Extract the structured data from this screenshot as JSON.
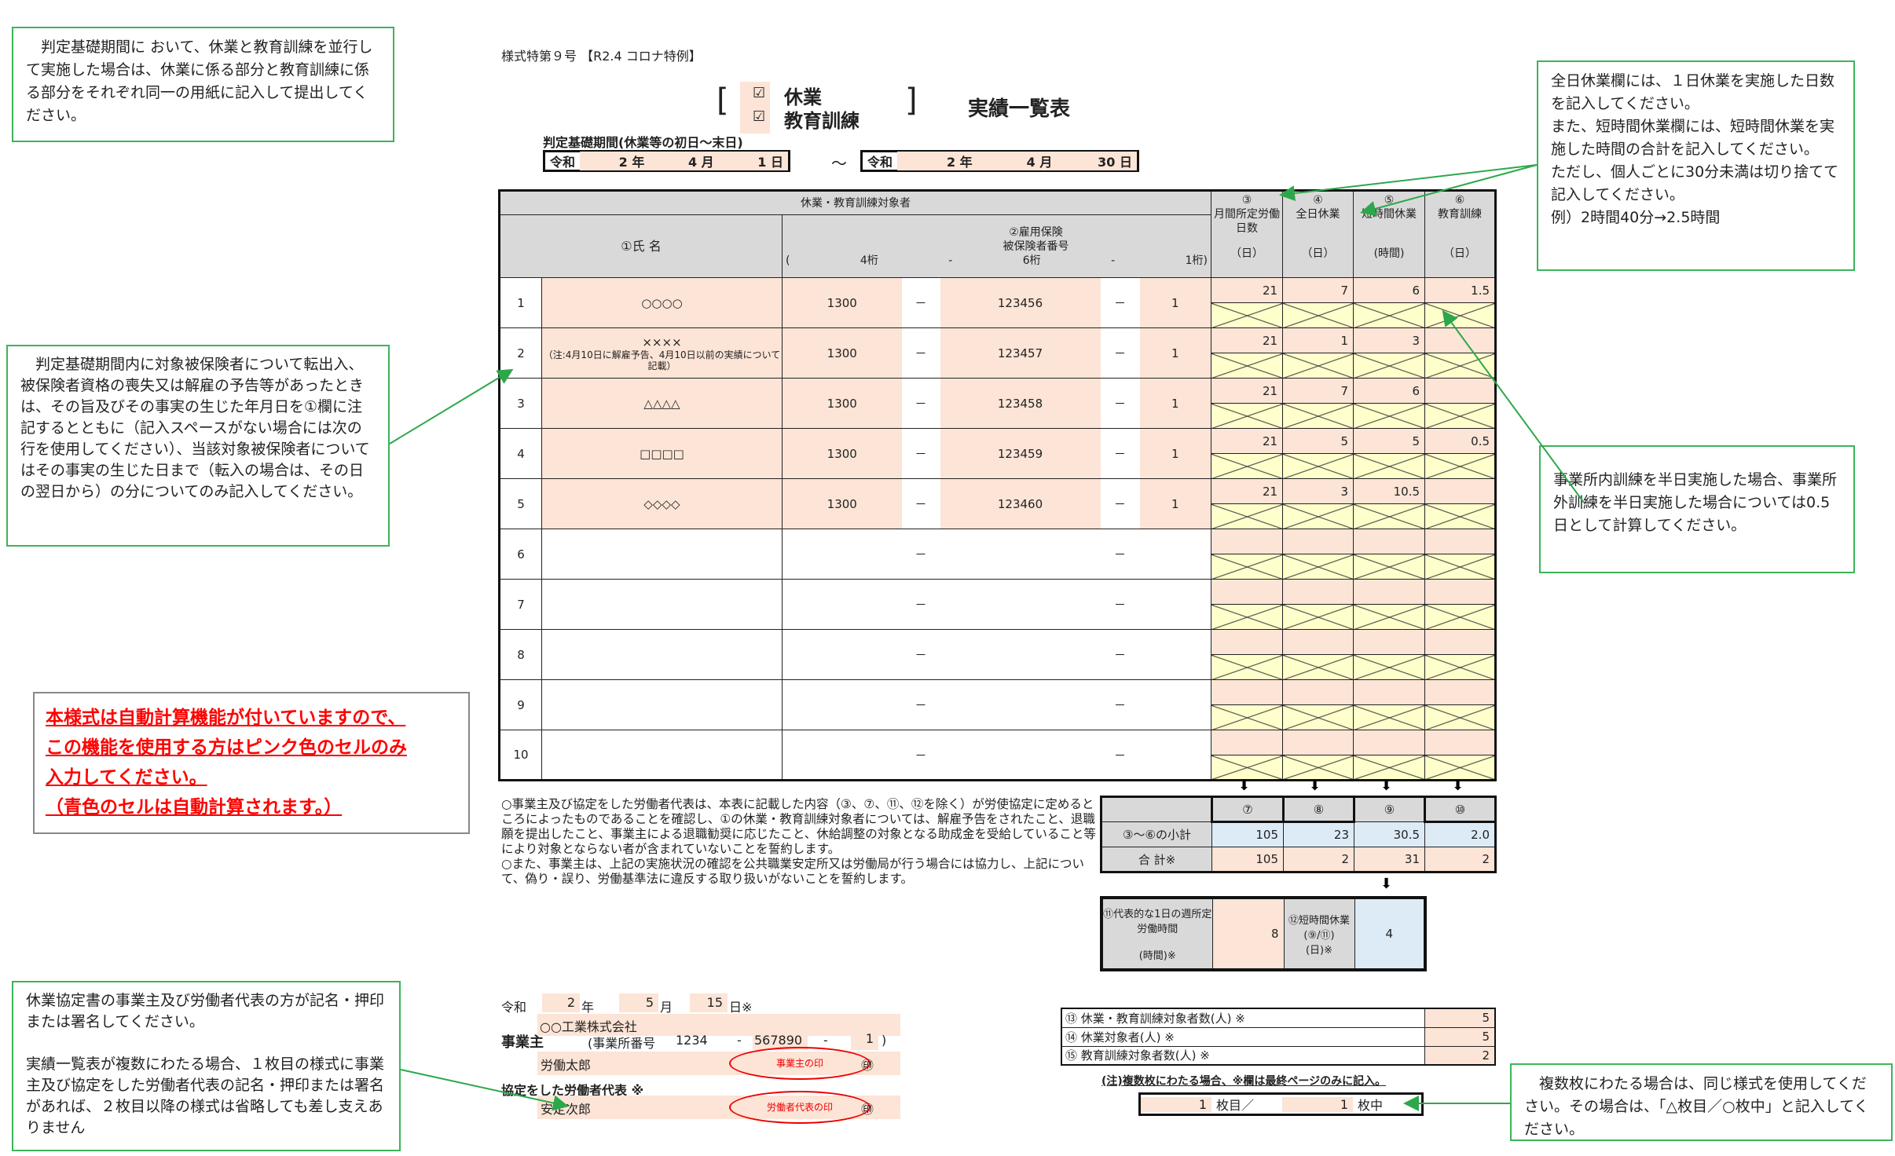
{
  "form_id": "様式特第９号 【R2.4 コロナ特例】",
  "title": {
    "checks": [
      {
        "label": "休業",
        "checked": true
      },
      {
        "label": "教育訓練",
        "checked": true
      }
    ],
    "bracket_open": "[",
    "bracket_close": "]",
    "main": "実績一覧表"
  },
  "period": {
    "label": "判定基礎期間(休業等の初日～末日)",
    "era": "令和",
    "start": {
      "year": "2",
      "year_unit": "年",
      "month": "4",
      "month_unit": "月",
      "day": "1",
      "day_unit": "日"
    },
    "tilde": "～",
    "end": {
      "year": "2",
      "year_unit": "年",
      "month": "4",
      "month_unit": "月",
      "day": "30",
      "day_unit": "日"
    }
  },
  "table": {
    "group_header": "休業・教育訓練対象者",
    "name_header": "①氏 名",
    "insurance_header": "②雇用保険\n被保険者番号",
    "insurance_sub": [
      "(",
      "4桁",
      "-",
      "6桁",
      "-",
      "1桁)"
    ],
    "col_headers": [
      {
        "num": "③",
        "label": "月間所定労働日数",
        "unit": "（日）"
      },
      {
        "num": "④",
        "label": "全日休業",
        "unit": "（日）"
      },
      {
        "num": "⑤",
        "label": "短時間休業",
        "unit": "(時間)"
      },
      {
        "num": "⑥",
        "label": "教育訓練",
        "unit": "（日）"
      }
    ],
    "dash": "－",
    "rows": [
      {
        "no": "1",
        "name": "○○○○",
        "note": "",
        "ins4": "1300",
        "ins6": "123456",
        "ins1": "1",
        "days": "21",
        "full": "7",
        "short": "6",
        "edu": "1.5"
      },
      {
        "no": "2",
        "name": "××××",
        "note": "（注:4月10日に解雇予告、4月10日以前の実績について記載）",
        "ins4": "1300",
        "ins6": "123457",
        "ins1": "1",
        "days": "21",
        "full": "1",
        "short": "3",
        "edu": ""
      },
      {
        "no": "3",
        "name": "△△△△",
        "note": "",
        "ins4": "1300",
        "ins6": "123458",
        "ins1": "1",
        "days": "21",
        "full": "7",
        "short": "6",
        "edu": ""
      },
      {
        "no": "4",
        "name": "□□□□",
        "note": "",
        "ins4": "1300",
        "ins6": "123459",
        "ins1": "1",
        "days": "21",
        "full": "5",
        "short": "5",
        "edu": "0.5"
      },
      {
        "no": "5",
        "name": "◇◇◇◇",
        "note": "",
        "ins4": "1300",
        "ins6": "123460",
        "ins1": "1",
        "days": "21",
        "full": "3",
        "short": "10.5",
        "edu": ""
      },
      {
        "no": "6",
        "name": "",
        "note": "",
        "ins4": "",
        "ins6": "",
        "ins1": "",
        "days": "",
        "full": "",
        "short": "",
        "edu": ""
      },
      {
        "no": "7",
        "name": "",
        "note": "",
        "ins4": "",
        "ins6": "",
        "ins1": "",
        "days": "",
        "full": "",
        "short": "",
        "edu": ""
      },
      {
        "no": "8",
        "name": "",
        "note": "",
        "ins4": "",
        "ins6": "",
        "ins1": "",
        "days": "",
        "full": "",
        "short": "",
        "edu": ""
      },
      {
        "no": "9",
        "name": "",
        "note": "",
        "ins4": "",
        "ins6": "",
        "ins1": "",
        "days": "",
        "full": "",
        "short": "",
        "edu": ""
      },
      {
        "no": "10",
        "name": "",
        "note": "",
        "ins4": "",
        "ins6": "",
        "ins1": "",
        "days": "",
        "full": "",
        "short": "",
        "edu": ""
      }
    ]
  },
  "summary": {
    "cols": [
      "⑦",
      "⑧",
      "⑨",
      "⑩"
    ],
    "subtotal_label": "③～⑥の小計",
    "subtotal": [
      "105",
      "23",
      "30.5",
      "2.0"
    ],
    "total_label": "合 計※",
    "total": [
      "105",
      "2",
      "31",
      "2"
    ],
    "hours_label": "⑪代表的な1日の週所定労働時間\n\n(時間)※",
    "hours": "8",
    "short_label": "⑫短時間休業\n(⑨/⑪)\n(日)※",
    "short": "4"
  },
  "declaration": "○事業主及び協定をした労働者代表は、本表に記載した内容（③、⑦、⑪、⑫を除く）が労使協定に定めるところによったものであることを確認し、①の休業・教育訓練対象者については、解雇予告をされたこと、退職願を提出したこと、事業主による退職勧奨に応じたこと、休給調整の対象となる助成金を受給していること等により対象とならない者が含まれていないことを誓約します。\n○また、事業主は、上記の実施状況の確認を公共職業安定所又は労働局が行う場合には協力し、上記について、偽り・誤り、労働基準法に違反する取り扱いがないことを誓約します。",
  "signature": {
    "era": "令和",
    "year": "2",
    "year_unit": "年",
    "month": "5",
    "month_unit": "月",
    "day": "15",
    "day_unit": "日※",
    "employer_label": "事業主",
    "company": "○○工業株式会社",
    "office_label": "(事業所番号",
    "office": [
      "1234",
      "-",
      "567890",
      "-",
      "1",
      ")"
    ],
    "employer_name": "労働太郎",
    "employer_seal": "事業主の印",
    "seal_mark": "㊞",
    "rep_label": "協定をした労働者代表 ※",
    "rep_name": "安定次郎",
    "rep_seal": "労働者代表の印"
  },
  "counts": [
    {
      "label": "⑬ 休業・教育訓練対象者数(人) ※",
      "value": "5"
    },
    {
      "label": "⑭ 休業対象者(人) ※",
      "value": "5"
    },
    {
      "label": "⑮ 教育訓練対象者数(人) ※",
      "value": "2"
    }
  ],
  "multi_note": "(注)複数枚にわたる場合、※欄は最終ページのみに記入。",
  "pages": {
    "current": "1",
    "current_unit": "枚目／",
    "total": "1",
    "total_unit": "枚中"
  },
  "notes": {
    "top_left": "　判定基礎期間に おいて、休業と教育訓練を並行して実施した場合は、休業に係る部分と教育訓練に係る部分をそれぞれ同一の用紙に記入して提出してください。",
    "mid_left": "　判定基礎期間内に対象被保険者について転出入、被保険者資格の喪失又は解雇の予告等があったときは、その旨及びその事実の生じた年月日を①欄に注記するとともに（記入スペースがない場合には次の行を使用してください）、当該対象被保険者についてはその事実の生じた日まで（転入の場合は、その日の翌日から）の分についてのみ記入してください。",
    "red": [
      "本様式は自動計算機能が付いていますので、",
      "この機能を使用する方はピンク色のセルのみ",
      "入力してください。",
      "（青色のセルは自動計算されます。）"
    ],
    "bottom_left": "休業協定書の事業主及び労働者代表の方が記名・押印または署名してください。\n\n実績一覧表が複数にわたる場合、１枚目の様式に事業主及び協定をした労働者代表の記名・押印または署名があれば、２枚目以降の様式は省略しても差し支えありません",
    "top_right": "全日休業欄には、１日休業を実施した日数を記入してください。\nまた、短時間休業欄には、短時間休業を実施した時間の合計を記入してください。\nただし、個人ごとに30分未満は切り捨てて記入してください。\n例）2時間40分→2.5時間",
    "mid_right": "事業所内訓練を半日実施した場合、事業所外訓練を半日実施した場合については0.5日として計算してください。",
    "bottom_right": "　複数枚にわたる場合は、同じ様式を使用してください。その場合は、「△枚目／○枚中」と記入してください。"
  },
  "colors": {
    "pink": "#fce4d6",
    "yellow": "#ffffcc",
    "blue": "#ddebf7",
    "header": "#d9d9d9",
    "note_border": "#3cb45a",
    "red": "#ff0000"
  }
}
